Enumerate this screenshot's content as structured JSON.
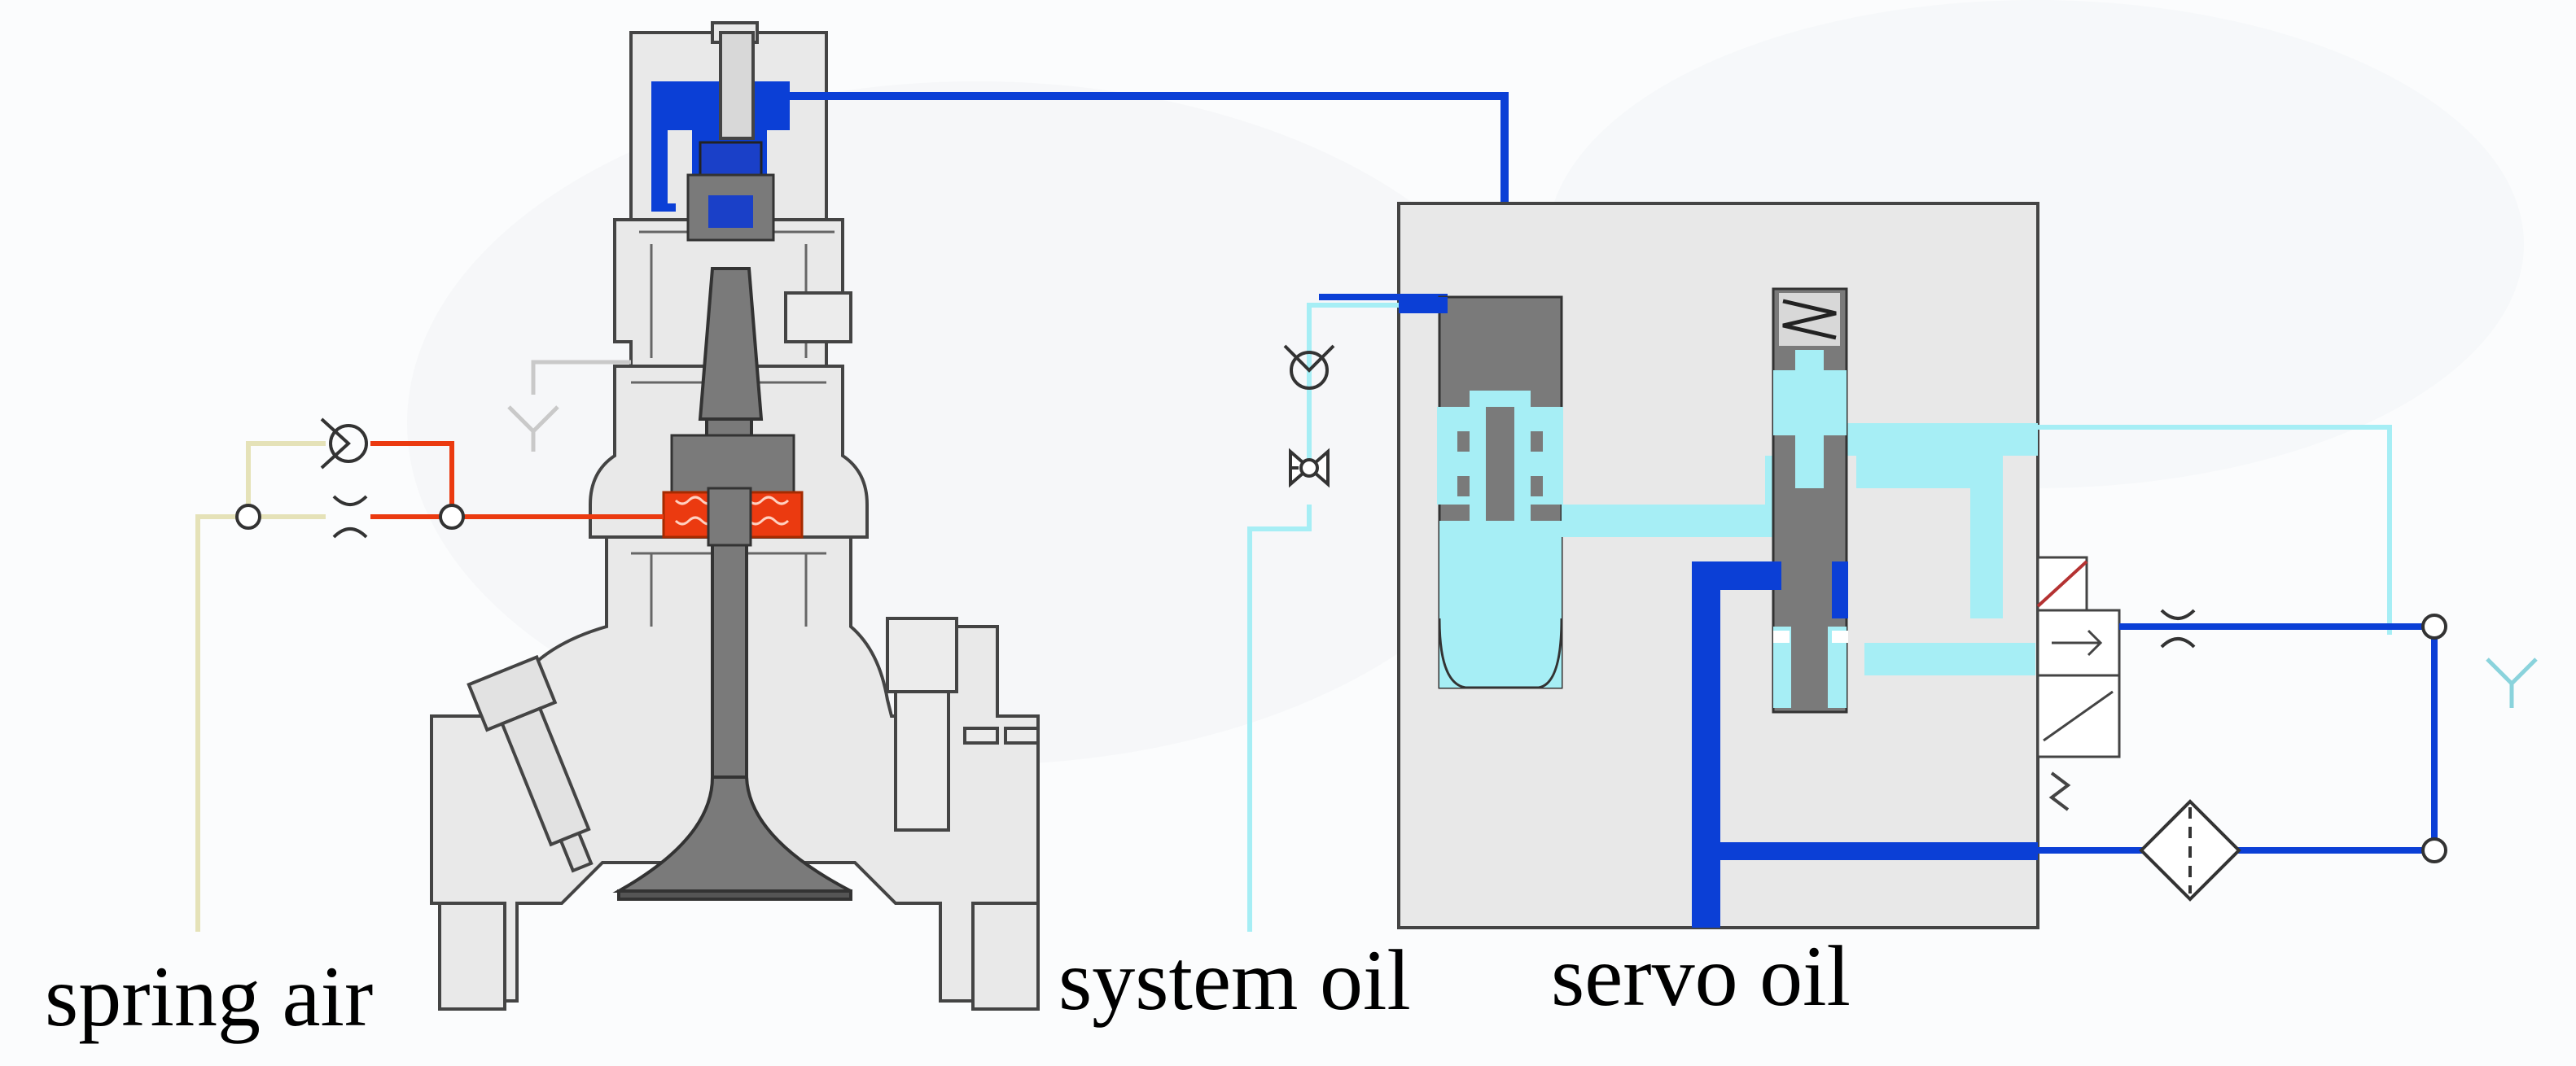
{
  "labels": {
    "spring_air": "spring air",
    "system_oil": "system oil",
    "servo_oil": "servo oil"
  },
  "colors": {
    "servo_oil": "#0b3fd6",
    "system_oil": "#a6eef5",
    "spring_air": "#eb3a10",
    "air_supply": "#e5e2b8",
    "body_gray": "#e9e9e9",
    "part_gray": "#7a7a7a",
    "outline": "#444444"
  },
  "icons": [
    "orifice-icon",
    "check-valve-icon",
    "shutoff-valve-icon",
    "filter-icon",
    "solenoid-icon",
    "vent-icon"
  ]
}
